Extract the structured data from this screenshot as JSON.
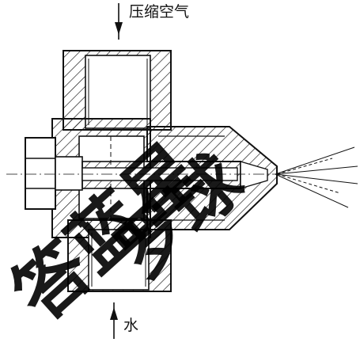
{
  "labels": {
    "air_inlet": "压缩空气",
    "water_inlet": "水"
  },
  "watermark": {
    "line_1": "答蓝星",
    "line_2": "罗球"
  },
  "colors": {
    "ink": "#111111",
    "paper": "#ffffff",
    "watermark": "#000000"
  }
}
